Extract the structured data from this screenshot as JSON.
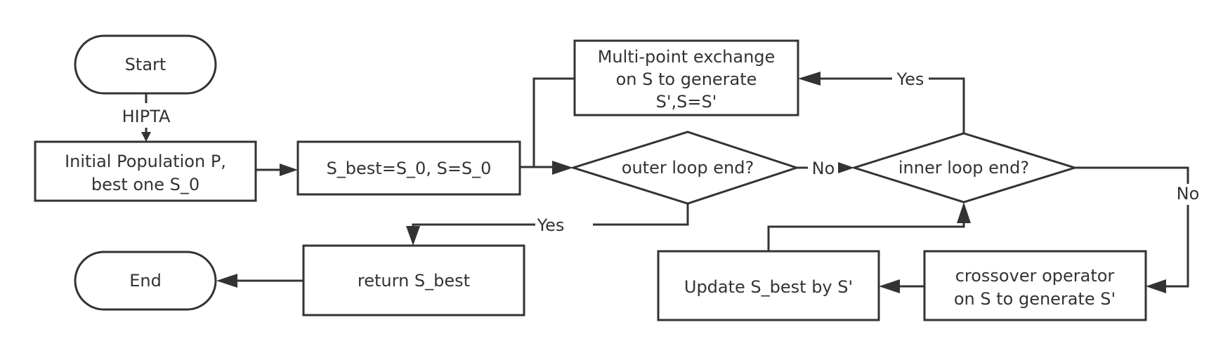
{
  "nodes": {
    "start": "Start",
    "init_line1": "Initial Population P,",
    "init_line2": "best one S_0",
    "set_best": "S_best=S_0, S=S_0",
    "outer_check": "outer loop end?",
    "inner_check": "inner loop end?",
    "exchange_line1": "Multi-point exchange",
    "exchange_line2": "on S to generate",
    "exchange_line3": "S',S=S'",
    "crossover_line1": "crossover operator",
    "crossover_line2": "on S to generate S'",
    "update": "Update S_best by S'",
    "return": "return S_best",
    "end": "End"
  },
  "edges": {
    "hipta": "HIPTA",
    "outer_no": "No",
    "outer_yes": "Yes",
    "inner_yes": "Yes",
    "inner_no": "No"
  }
}
